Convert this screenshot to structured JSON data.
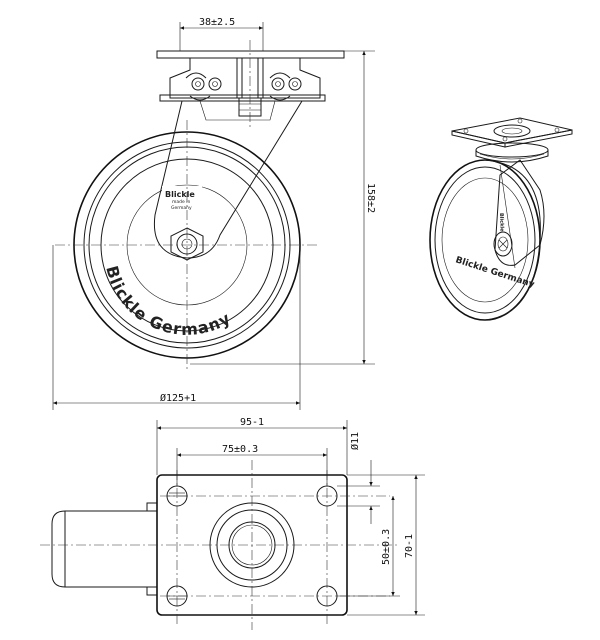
{
  "dimensions": {
    "top_mount_width": "38±2.5",
    "total_height": "158±2",
    "wheel_diameter": "Ø125+1",
    "plate_width": "95-1",
    "hole_spacing_x": "75±0.3",
    "hole_diameter": "Ø11",
    "hole_spacing_y": "50±0.3",
    "plate_length": "70-1"
  },
  "wheel_text": {
    "logo": "Blickle",
    "made_line1": "made in",
    "made_line2": "Germany",
    "arc_text": "Blickle Germany"
  }
}
